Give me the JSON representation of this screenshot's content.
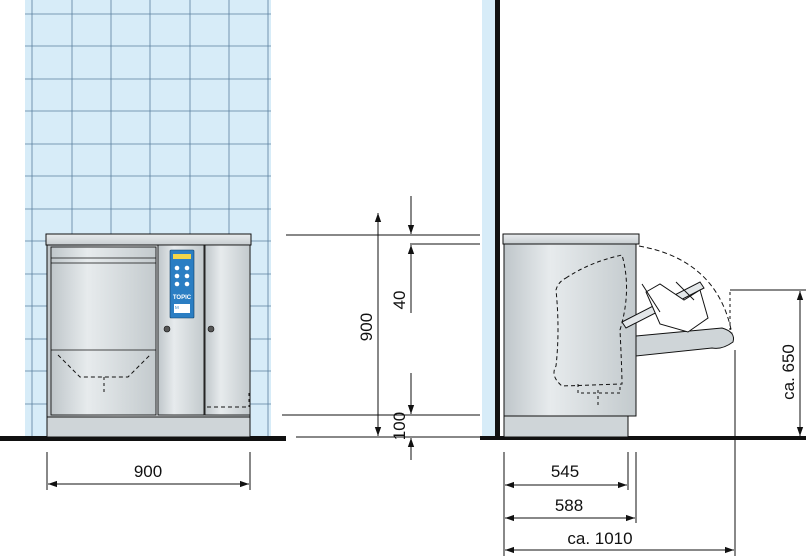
{
  "dimensions": {
    "front_width": "900",
    "height_cabinet": "900",
    "height_top": "40",
    "height_base": "100",
    "depth_545": "545",
    "depth_588": "588",
    "depth_1010": "ca. 1010",
    "height_650": "ca. 650"
  },
  "control_panel": {
    "brand": "TOPIC",
    "sub_brand": "M"
  },
  "colors": {
    "tile": "#d7ecf8",
    "tile_grid": "#5a7f9f",
    "steel": "#d4dadd",
    "panel": "#2b7ec3",
    "line": "#111111"
  }
}
